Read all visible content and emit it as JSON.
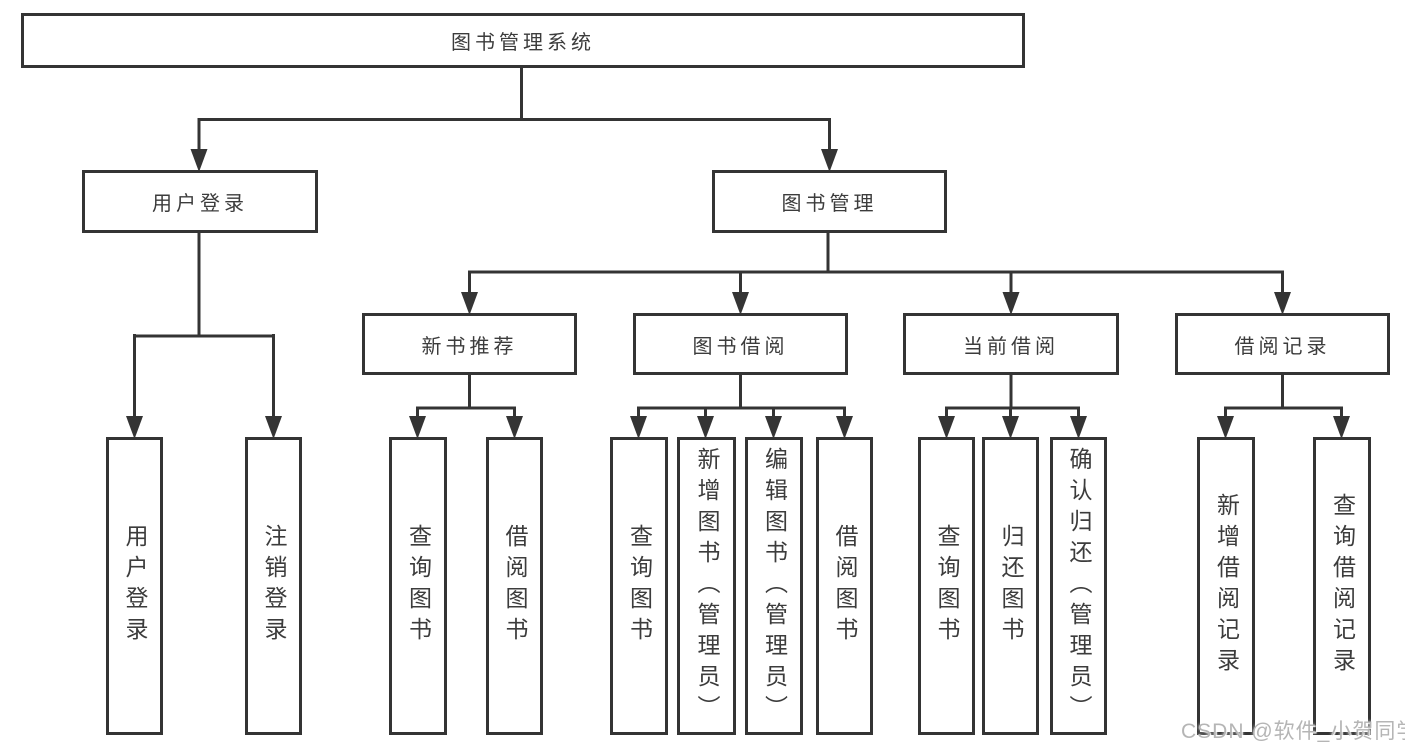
{
  "diagram": {
    "type": "hierarchy-tree",
    "title": "图书管理系统",
    "nodes": {
      "root": {
        "label": "图书管理系统"
      },
      "user_login": {
        "label": "用户登录"
      },
      "book_mgmt": {
        "label": "图书管理"
      },
      "new_book_rec": {
        "label": "新书推荐"
      },
      "book_borrow": {
        "label": "图书借阅"
      },
      "current_borrow": {
        "label": "当前借阅"
      },
      "borrow_records": {
        "label": "借阅记录"
      },
      "leaf_login": {
        "label": "用户登录"
      },
      "leaf_logout": {
        "label": "注销登录"
      },
      "leaf_nbr_query": {
        "label": "查询图书"
      },
      "leaf_nbr_borrow": {
        "label": "借阅图书"
      },
      "leaf_bb_query": {
        "label": "查询图书"
      },
      "leaf_bb_add": {
        "label": "新增图书（管理员）"
      },
      "leaf_bb_edit": {
        "label": "编辑图书（管理员）"
      },
      "leaf_bb_borrow": {
        "label": "借阅图书"
      },
      "leaf_cb_query": {
        "label": "查询图书"
      },
      "leaf_cb_return": {
        "label": "归还图书"
      },
      "leaf_cb_confirm": {
        "label": "确认归还（管理员）"
      },
      "leaf_br_add": {
        "label": "新增借阅记录"
      },
      "leaf_br_query": {
        "label": "查询借阅记录"
      }
    },
    "edges": [
      [
        "root",
        "user_login"
      ],
      [
        "root",
        "book_mgmt"
      ],
      [
        "user_login",
        "leaf_login"
      ],
      [
        "user_login",
        "leaf_logout"
      ],
      [
        "book_mgmt",
        "new_book_rec"
      ],
      [
        "book_mgmt",
        "book_borrow"
      ],
      [
        "book_mgmt",
        "current_borrow"
      ],
      [
        "book_mgmt",
        "borrow_records"
      ],
      [
        "new_book_rec",
        "leaf_nbr_query"
      ],
      [
        "new_book_rec",
        "leaf_nbr_borrow"
      ],
      [
        "book_borrow",
        "leaf_bb_query"
      ],
      [
        "book_borrow",
        "leaf_bb_add"
      ],
      [
        "book_borrow",
        "leaf_bb_edit"
      ],
      [
        "book_borrow",
        "leaf_bb_borrow"
      ],
      [
        "current_borrow",
        "leaf_cb_query"
      ],
      [
        "current_borrow",
        "leaf_cb_return"
      ],
      [
        "current_borrow",
        "leaf_cb_confirm"
      ],
      [
        "borrow_records",
        "leaf_br_add"
      ],
      [
        "borrow_records",
        "leaf_br_query"
      ]
    ]
  },
  "watermark": {
    "text": "CSDN @软件_小贺同学"
  },
  "colors": {
    "line": "#343434",
    "text": "#3c3c3c",
    "watermark": "#b5b5b5",
    "background": "#ffffff"
  }
}
